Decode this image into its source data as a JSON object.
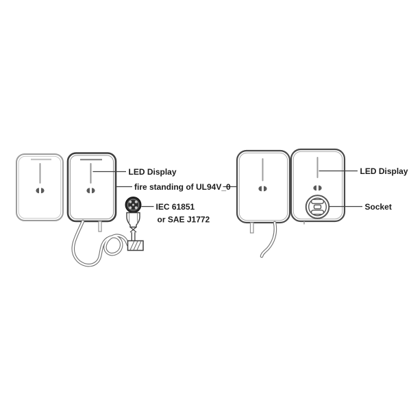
{
  "colors": {
    "text": "#1b1b1b",
    "leader_line": "#3f3f3f",
    "outline_light": "#9c9c9c",
    "outline_inner_light": "#c6c6c6",
    "outline_dark": "#3e3e3e",
    "outline_mid": "#4a4a4a",
    "led_line": "#9d9d9d",
    "status_glyph": "#5a5a5a",
    "plug_face": "#2e2e2e",
    "background": "#ffffff"
  },
  "figure_left": {
    "callouts": {
      "led_display": "LED Display",
      "fire_standing": "fire standing of UL94V_0",
      "standard_line1": "IEC 61851",
      "standard_line2": "or SAE J1772"
    }
  },
  "figure_right": {
    "callouts": {
      "led_display": "LED Display",
      "socket": "Socket"
    }
  }
}
